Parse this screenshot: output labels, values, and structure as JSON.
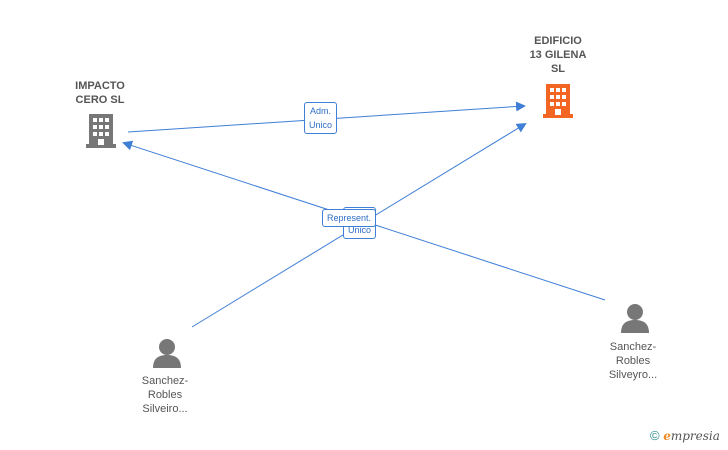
{
  "nodes": [
    {
      "id": "impacto",
      "kind": "company",
      "label": "IMPACTO\nCERO  SL",
      "color": "#777777"
    },
    {
      "id": "edificio",
      "kind": "company",
      "label": "EDIFICIO\n13 GILENA\nSL",
      "color": "#f26522"
    },
    {
      "id": "silveiro",
      "kind": "person",
      "label": "Sanchez-\nRobles\nSilveiro...",
      "color": "#777777"
    },
    {
      "id": "silveyro",
      "kind": "person",
      "label": "Sanchez-\nRobles\nSilveyro...",
      "color": "#777777"
    }
  ],
  "edges": [
    {
      "from": "impacto",
      "to": "edificio",
      "label": "Adm.\nUnico"
    },
    {
      "from": "silveiro",
      "to": "edificio",
      "label": "Adm.\nUnico"
    },
    {
      "from": "silveyro",
      "to": "impacto",
      "label": "Represent."
    }
  ],
  "colors": {
    "edge": "#3f7fd6",
    "company": "#777777",
    "focus": "#f26522"
  },
  "footer": {
    "copyright": "©",
    "brand_first": "e",
    "brand_rest": "mpresia"
  }
}
